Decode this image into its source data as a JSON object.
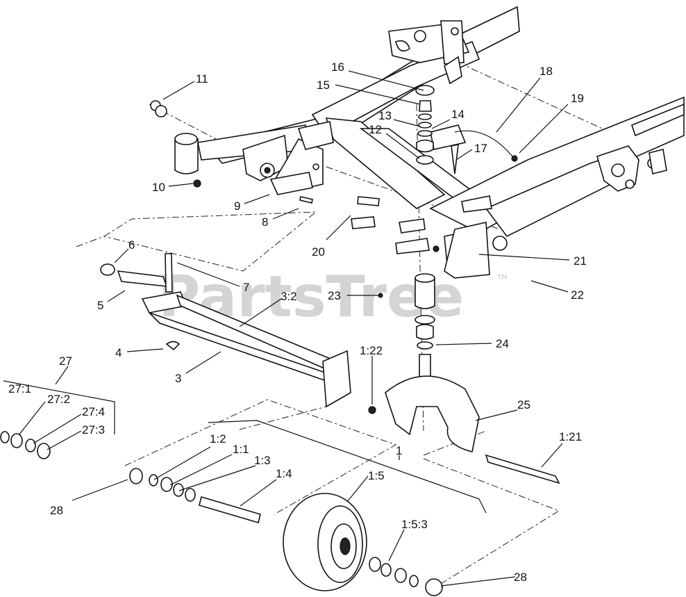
{
  "watermark": "PartsTree",
  "trademark": "TM",
  "callouts": [
    {
      "id": "c16",
      "text": "16"
    },
    {
      "id": "c15",
      "text": "15"
    },
    {
      "id": "c11",
      "text": "11"
    },
    {
      "id": "c18",
      "text": "18"
    },
    {
      "id": "c19",
      "text": "19"
    },
    {
      "id": "c13",
      "text": "13"
    },
    {
      "id": "c14",
      "text": "14"
    },
    {
      "id": "c12",
      "text": "12"
    },
    {
      "id": "c17",
      "text": "17"
    },
    {
      "id": "c10",
      "text": "10"
    },
    {
      "id": "c9",
      "text": "9"
    },
    {
      "id": "c8",
      "text": "8"
    },
    {
      "id": "c20",
      "text": "20"
    },
    {
      "id": "c6",
      "text": "6"
    },
    {
      "id": "c7",
      "text": "7"
    },
    {
      "id": "c21",
      "text": "21"
    },
    {
      "id": "c22",
      "text": "22"
    },
    {
      "id": "c23",
      "text": "23"
    },
    {
      "id": "c3_2",
      "text": "3:2"
    },
    {
      "id": "c5",
      "text": "5"
    },
    {
      "id": "c24",
      "text": "24"
    },
    {
      "id": "c1_22",
      "text": "1:22"
    },
    {
      "id": "c4",
      "text": "4"
    },
    {
      "id": "c3",
      "text": "3"
    },
    {
      "id": "c27",
      "text": "27"
    },
    {
      "id": "c27_1",
      "text": "27:1"
    },
    {
      "id": "c27_2",
      "text": "27:2"
    },
    {
      "id": "c27_4",
      "text": "27:4"
    },
    {
      "id": "c27_3",
      "text": "27:3"
    },
    {
      "id": "c25",
      "text": "25"
    },
    {
      "id": "c1_21",
      "text": "1:21"
    },
    {
      "id": "c1",
      "text": "1"
    },
    {
      "id": "c1_2",
      "text": "1:2"
    },
    {
      "id": "c1_1",
      "text": "1:1"
    },
    {
      "id": "c1_3",
      "text": "1:3"
    },
    {
      "id": "c1_4",
      "text": "1:4"
    },
    {
      "id": "c1_5",
      "text": "1:5"
    },
    {
      "id": "c28a",
      "text": "28"
    },
    {
      "id": "c1_5_3",
      "text": "1:5:3"
    },
    {
      "id": "c28b",
      "text": "28"
    }
  ]
}
